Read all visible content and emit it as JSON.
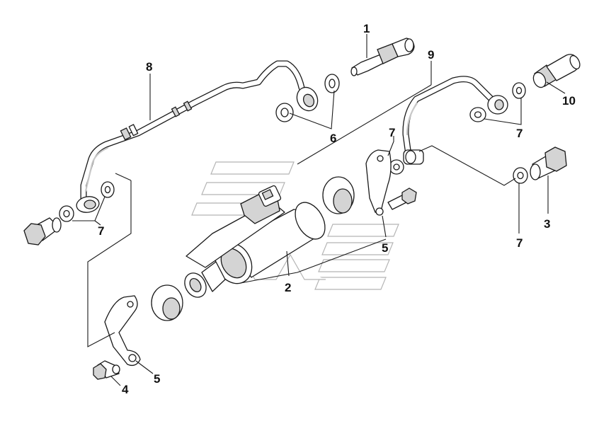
{
  "diagram": {
    "callouts": [
      {
        "id": "c1",
        "label": "1"
      },
      {
        "id": "c2",
        "label": "2"
      },
      {
        "id": "c3",
        "label": "3"
      },
      {
        "id": "c4",
        "label": "4"
      },
      {
        "id": "c5a",
        "label": "5"
      },
      {
        "id": "c5b",
        "label": "5"
      },
      {
        "id": "c6",
        "label": "6"
      },
      {
        "id": "c7a",
        "label": "7"
      },
      {
        "id": "c7b",
        "label": "7"
      },
      {
        "id": "c7c",
        "label": "7"
      },
      {
        "id": "c7d",
        "label": "7"
      },
      {
        "id": "c8",
        "label": "8"
      },
      {
        "id": "c9",
        "label": "9"
      },
      {
        "id": "c10",
        "label": "10"
      }
    ]
  }
}
